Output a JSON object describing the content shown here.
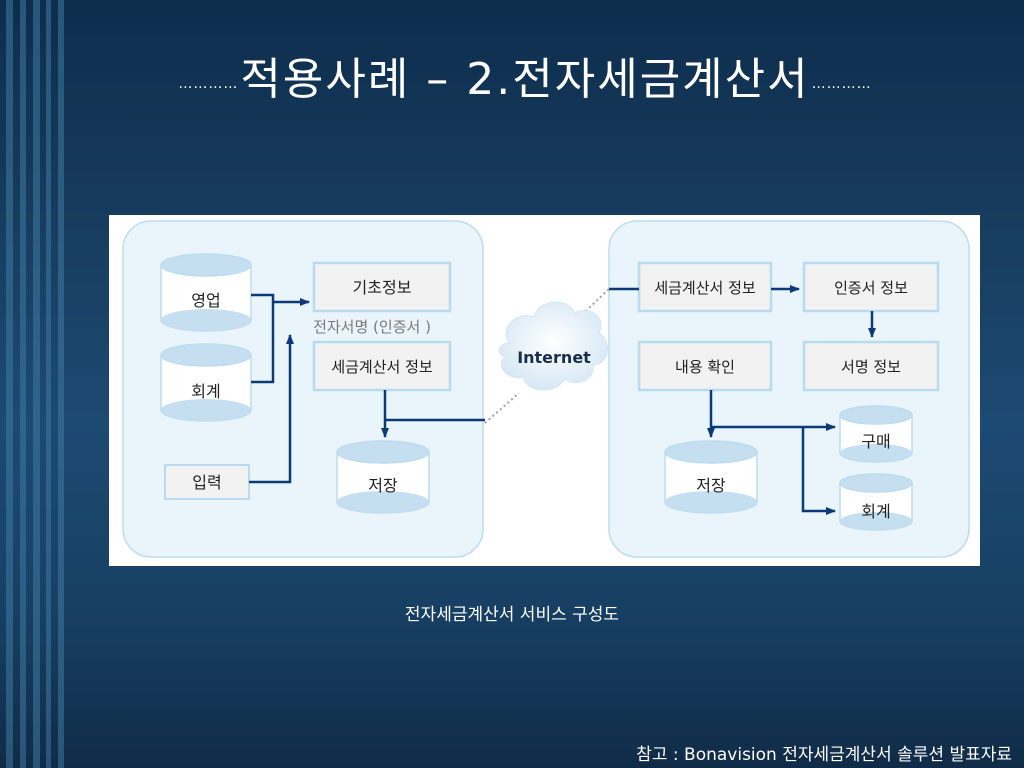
{
  "title": {
    "leading_dots": "…………",
    "text": "적용사례 – 2.전자세금계산서",
    "trailing_dots": "…………"
  },
  "diagram": {
    "left_group": {
      "db_sales": "영업",
      "db_accounting": "회계",
      "input": "입력",
      "basic_info": "기초정보",
      "signature_label": "전자서명 (인증서 )",
      "invoice_info": "세금계산서 정보",
      "storage": "저장"
    },
    "cloud": "Internet",
    "right_group": {
      "invoice_info": "세금계산서 정보",
      "cert_info": "인증서 정보",
      "content_check": "내용 확인",
      "signature_info": "서명 정보",
      "storage": "저장",
      "db_purchase": "구매",
      "db_accounting": "회계"
    },
    "colors": {
      "box_fill": "#f2f2f2",
      "box_border": "#b8dcef",
      "db_top": "#c6dff0",
      "arrow": "#0c3a78"
    }
  },
  "caption": "전자세금계산서 서비스 구성도",
  "reference": "참고 : Bonavision 전자세금계산서 솔루션 발표자료"
}
